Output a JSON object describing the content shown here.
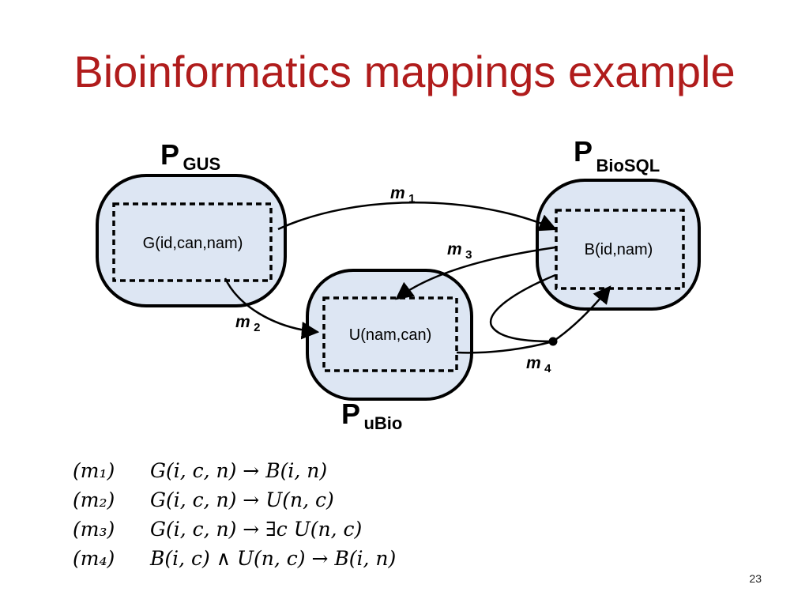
{
  "title": "Bioinformatics mappings example",
  "page_number": "23",
  "colors": {
    "title": "#b01c1c",
    "peer_fill": "#dde6f3",
    "stroke": "#000000"
  },
  "peers": {
    "gus": {
      "main": "P",
      "sub": "GUS",
      "relation": "G(id,can,nam)"
    },
    "biosql": {
      "main": "P",
      "sub": "BioSQL",
      "relation": "B(id,nam)"
    },
    "ubio": {
      "main": "P",
      "sub": "uBio",
      "relation": "U(nam,can)"
    }
  },
  "mappings": {
    "m1": {
      "base": "m",
      "sub": "1"
    },
    "m2": {
      "base": "m",
      "sub": "2"
    },
    "m3": {
      "base": "m",
      "sub": "3"
    },
    "m4": {
      "base": "m",
      "sub": "4"
    }
  },
  "equations": [
    {
      "label": "(m₁)",
      "formula": "G(i, c, n) → B(i, n)"
    },
    {
      "label": "(m₂)",
      "formula": "G(i, c, n) → U(n, c)"
    },
    {
      "label": "(m₃)",
      "formula": "G(i, c, n) → ∃c U(n, c)"
    },
    {
      "label": "(m₄)",
      "formula": "B(i, c) ∧ U(n, c) → B(i, n)"
    }
  ]
}
